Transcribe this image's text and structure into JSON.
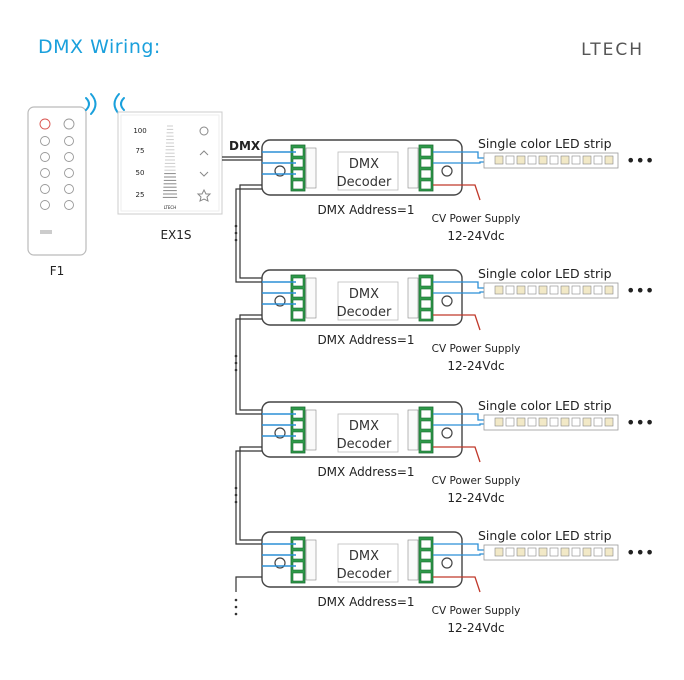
{
  "title": "DMX Wiring:",
  "brand": "LTECH",
  "remote": {
    "label": "F1"
  },
  "panel": {
    "label": "EX1S",
    "scale": [
      "100",
      "75",
      "50",
      "25"
    ],
    "brand": "LTECH"
  },
  "dmx_line_label": "DMX",
  "decoders": [
    {
      "name_line1": "DMX",
      "name_line2": "Decoder",
      "address": "DMX Address=1",
      "strip": "Single color LED strip",
      "supply_line1": "CV Power Supply",
      "supply_line2": "12-24Vdc"
    },
    {
      "name_line1": "DMX",
      "name_line2": "Decoder",
      "address": "DMX Address=1",
      "strip": "Single color LED strip",
      "supply_line1": "CV Power Supply",
      "supply_line2": "12-24Vdc"
    },
    {
      "name_line1": "DMX",
      "name_line2": "Decoder",
      "address": "DMX Address=1",
      "strip": "Single color LED strip",
      "supply_line1": "CV Power Supply",
      "supply_line2": "12-24Vdc"
    },
    {
      "name_line1": "DMX",
      "name_line2": "Decoder",
      "address": "DMX Address=1",
      "strip": "Single color LED strip",
      "supply_line1": "CV Power Supply",
      "supply_line2": "12-24Vdc"
    }
  ],
  "colors": {
    "accent": "#1aa0dc",
    "wire": "#333333",
    "terminal": "#2e9a4a",
    "wire_blue": "#2b8fd6",
    "power_wire": "#c0392b"
  }
}
